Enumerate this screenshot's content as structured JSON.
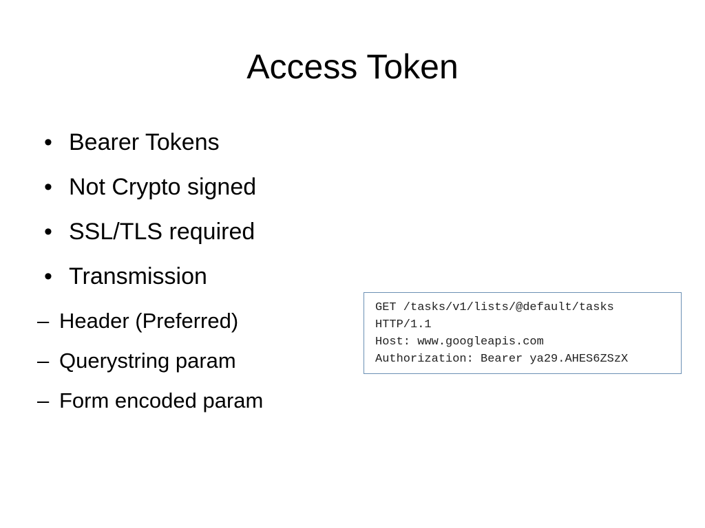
{
  "slide": {
    "title": "Access Token",
    "bullets": [
      {
        "text": "Bearer Tokens"
      },
      {
        "text": "Not Crypto signed"
      },
      {
        "text": "SSL/TLS required"
      },
      {
        "text": "Transmission"
      }
    ],
    "sub_bullets": [
      {
        "text": "Header (Preferred)"
      },
      {
        "text": "Querystring param"
      },
      {
        "text": "Form encoded param"
      }
    ],
    "bullet_glyph": "•",
    "sub_bullet_glyph": "–",
    "code_sample": [
      "GET /tasks/v1/lists/@default/tasks",
      "HTTP/1.1",
      "Host: www.googleapis.com",
      "Authorization: Bearer ya29.AHES6ZSzX"
    ]
  },
  "colors": {
    "background": "#ffffff",
    "text": "#000000",
    "code_border": "#6a8fb3",
    "code_text": "#222222"
  }
}
